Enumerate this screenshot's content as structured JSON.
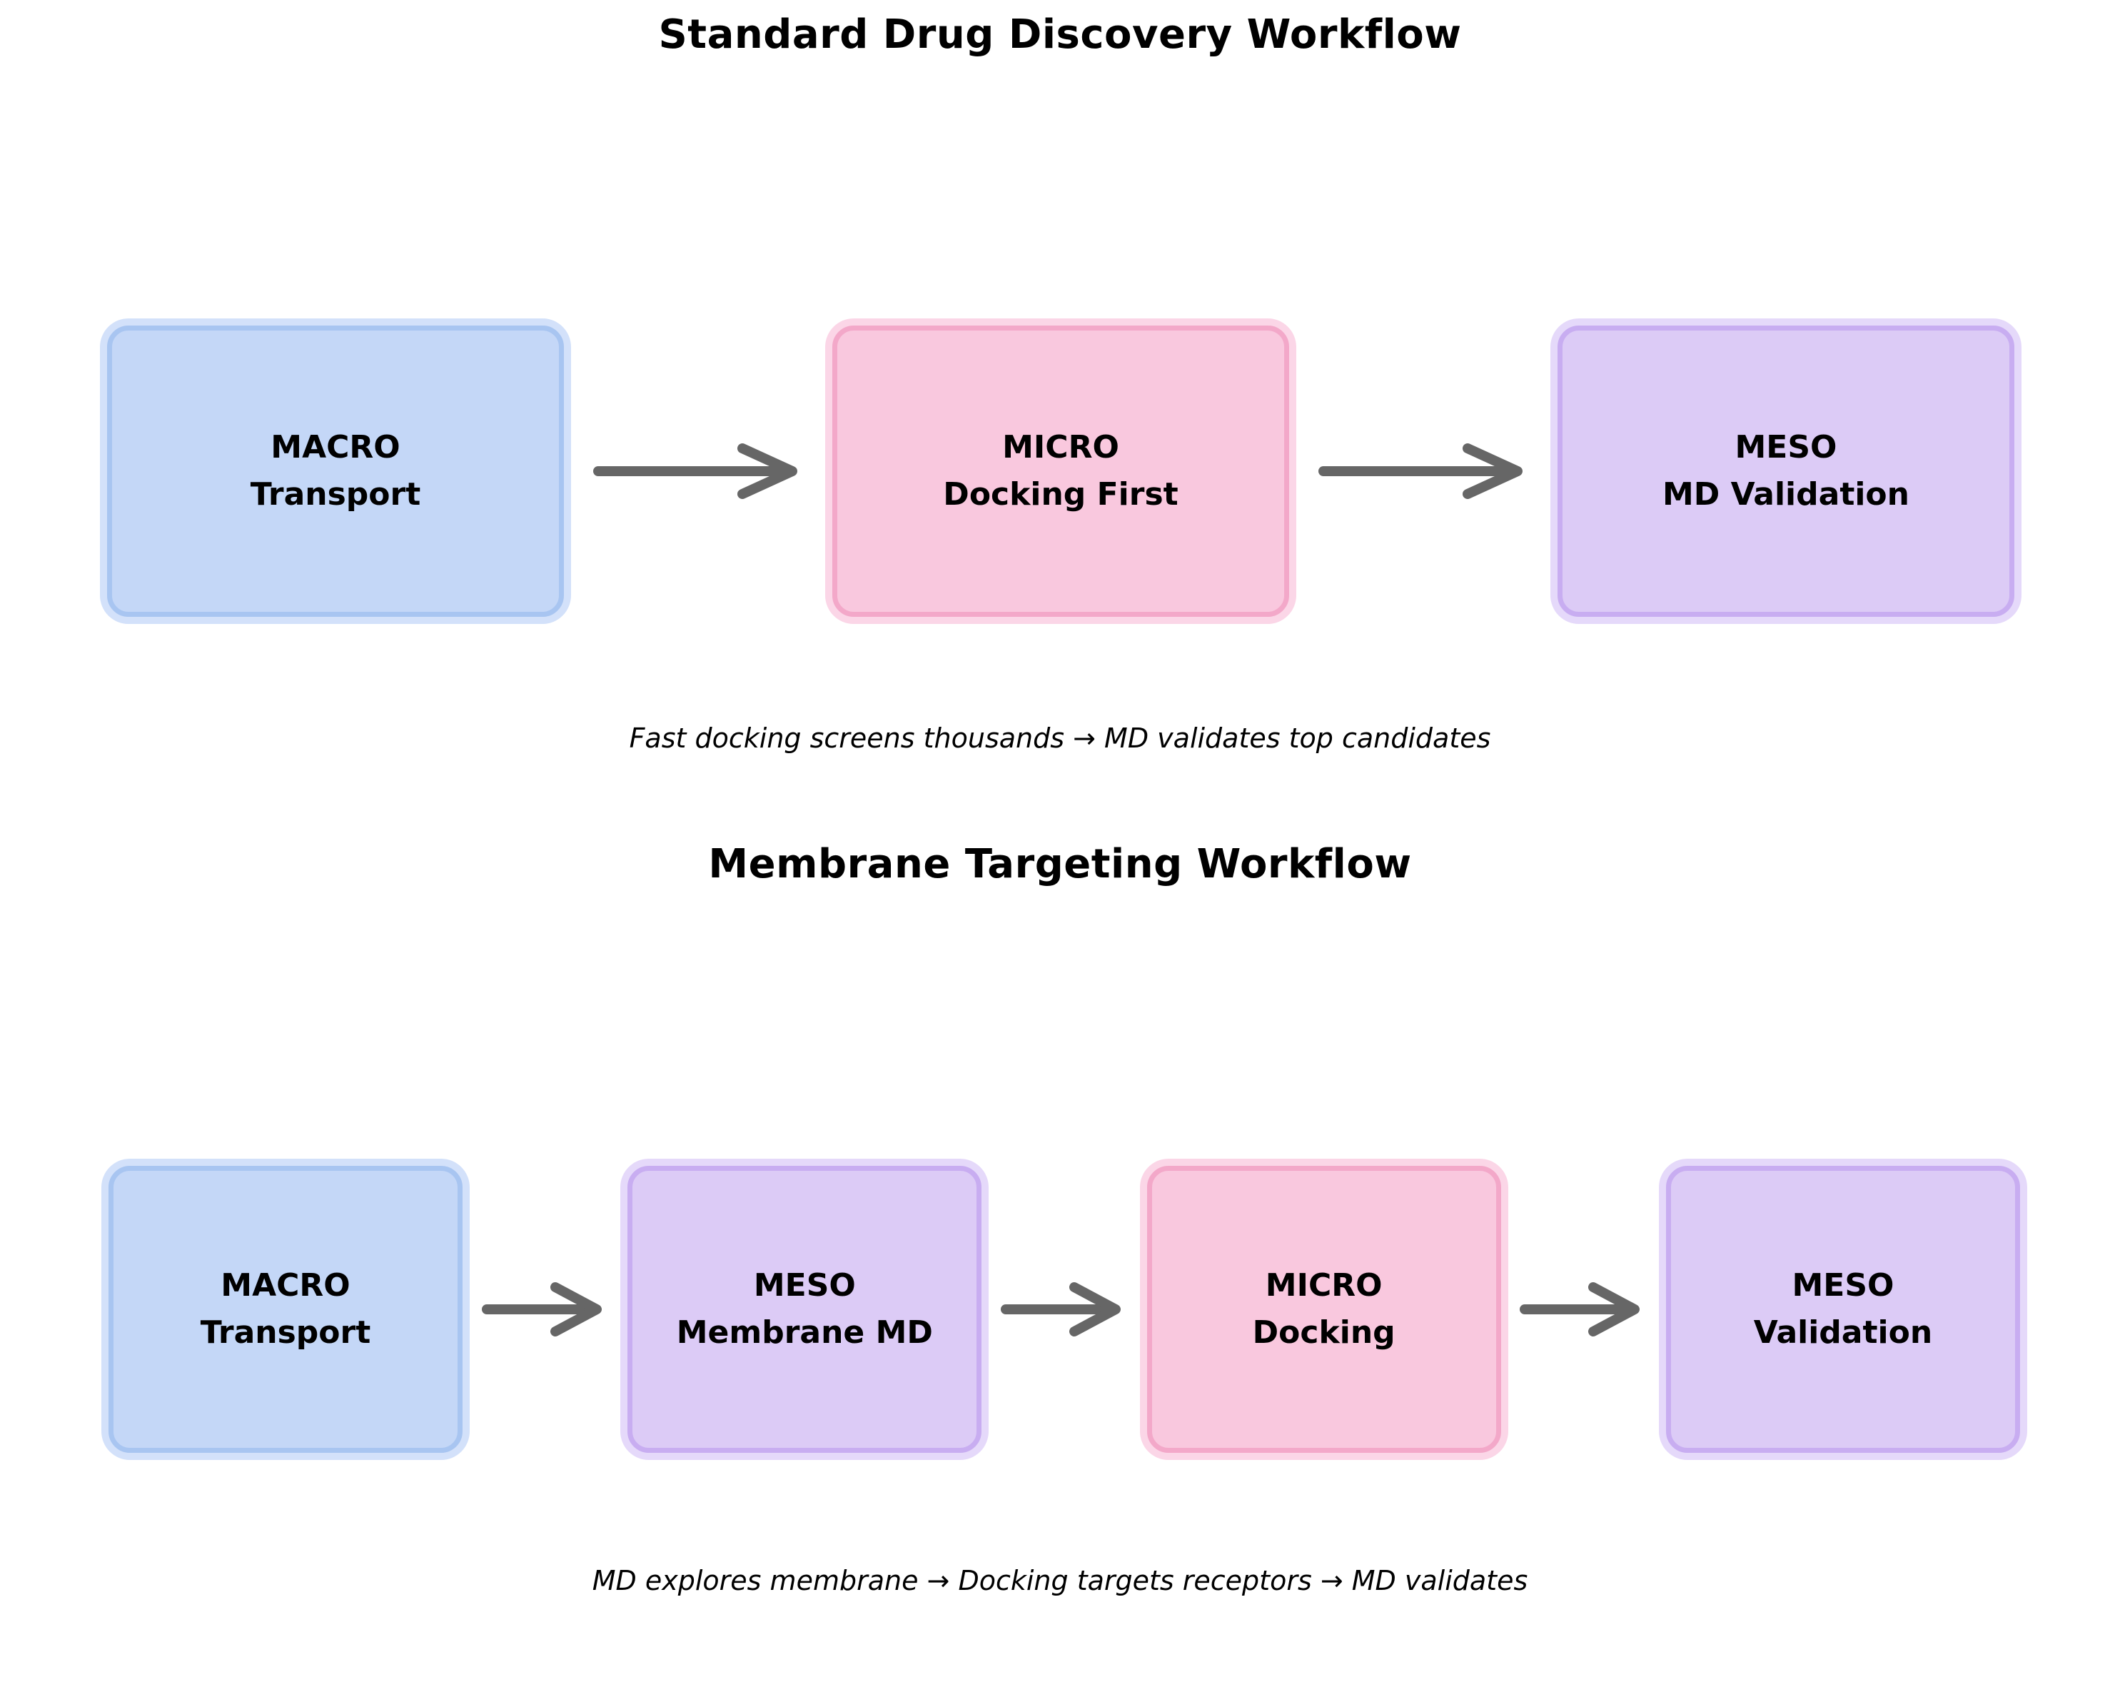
{
  "page": {
    "background": "#ffffff",
    "text_color": "#000000"
  },
  "icons": {
    "arrow": "arrow-right"
  },
  "colors": {
    "macro_fill": "#c4d7f7",
    "macro_border": "#a8c5f1",
    "macro_halo": "#d3e1fa",
    "micro_fill": "#f9c8de",
    "micro_border": "#f3a8c9",
    "micro_halo": "#fbd6e7",
    "meso_fill": "#dccbf6",
    "meso_border": "#c8adf1",
    "meso_halo": "#e5d9fa",
    "arrow": "#666666"
  },
  "workflows": [
    {
      "title": "Standard Drug Discovery Workflow",
      "caption": "Fast docking screens thousands → MD validates top candidates",
      "steps": [
        {
          "scale": "MACRO",
          "label": "Transport",
          "type": "macro"
        },
        {
          "scale": "MICRO",
          "label": "Docking First",
          "type": "micro"
        },
        {
          "scale": "MESO",
          "label": "MD Validation",
          "type": "meso"
        }
      ]
    },
    {
      "title": "Membrane Targeting Workflow",
      "caption": "MD explores membrane → Docking targets receptors → MD validates",
      "steps": [
        {
          "scale": "MACRO",
          "label": "Transport",
          "type": "macro"
        },
        {
          "scale": "MESO",
          "label": "Membrane MD",
          "type": "meso"
        },
        {
          "scale": "MICRO",
          "label": "Docking",
          "type": "micro"
        },
        {
          "scale": "MESO",
          "label": "Validation",
          "type": "meso"
        }
      ]
    }
  ]
}
